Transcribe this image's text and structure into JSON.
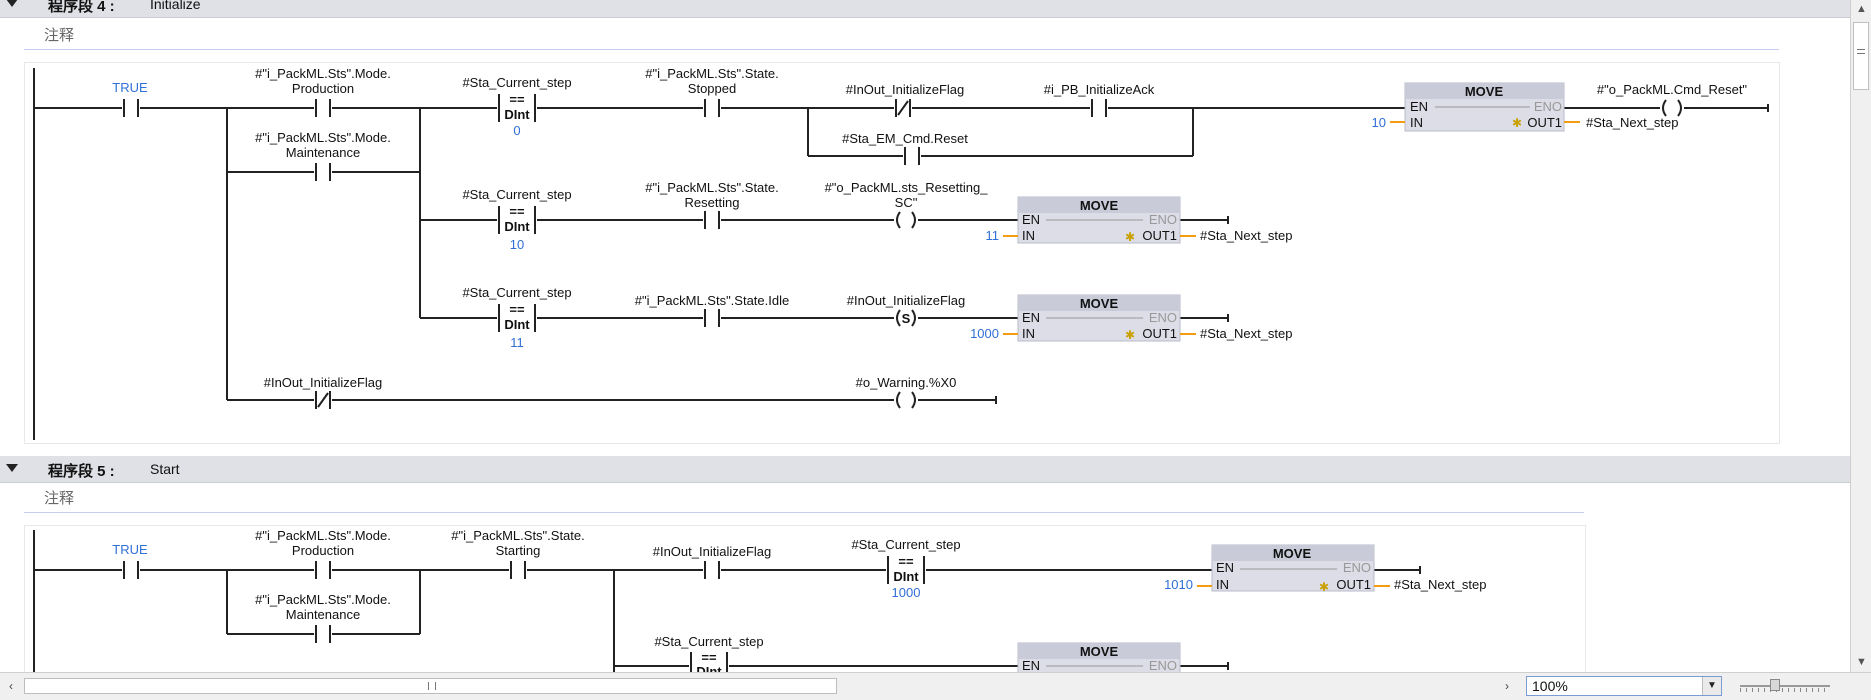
{
  "network4": {
    "label": "程序段 4 :",
    "title": "Initialize",
    "comment": "注释",
    "row1": {
      "true_label": "TRUE",
      "mode_prod_1": "#\"i_PackML.Sts\".Mode.",
      "mode_prod_2": "Production",
      "mode_maint_1": "#\"i_PackML.Sts\".Mode.",
      "mode_maint_2": "Maintenance",
      "cmp_var": "#Sta_Current_step",
      "cmp_op": "==",
      "cmp_type": "DInt",
      "cmp_val": "0",
      "stopped_1": "#\"i_PackML.Sts\".State.",
      "stopped_2": "Stopped",
      "init_flag": "#InOut_InitializeFlag",
      "em_reset": "#Sta_EM_Cmd.Reset",
      "pb_ack": "#i_PB_InitializeAck",
      "move_in": "10",
      "coil_label": "#\"o_PackML.Cmd_Reset\"",
      "out": "#Sta_Next_step"
    },
    "row2": {
      "cmp_var": "#Sta_Current_step",
      "cmp_op": "==",
      "cmp_type": "DInt",
      "cmp_val": "10",
      "resetting_1": "#\"i_PackML.Sts\".State.",
      "resetting_2": "Resetting",
      "coil_1": "#\"o_PackML.sts_Resetting_",
      "coil_2": "SC\"",
      "move_in": "11",
      "out": "#Sta_Next_step"
    },
    "row3": {
      "cmp_var": "#Sta_Current_step",
      "cmp_op": "==",
      "cmp_type": "DInt",
      "cmp_val": "11",
      "idle": "#\"i_PackML.Sts\".State.Idle",
      "init_flag": "#InOut_InitializeFlag",
      "set_coil": "S",
      "move_in": "1000",
      "out": "#Sta_Next_step"
    },
    "row4": {
      "init_flag": "#InOut_InitializeFlag",
      "warning": "#o_Warning.%X0"
    }
  },
  "network5": {
    "label": "程序段 5 :",
    "title": "Start",
    "comment": "注释",
    "row1": {
      "true_label": "TRUE",
      "mode_prod_1": "#\"i_PackML.Sts\".Mode.",
      "mode_prod_2": "Production",
      "mode_maint_1": "#\"i_PackML.Sts\".Mode.",
      "mode_maint_2": "Maintenance",
      "starting_1": "#\"i_PackML.Sts\".State.",
      "starting_2": "Starting",
      "init_flag": "#InOut_InitializeFlag",
      "cmp_var": "#Sta_Current_step",
      "cmp_op": "==",
      "cmp_type": "DInt",
      "cmp_val": "1000",
      "move_in": "1010",
      "out": "#Sta_Next_step"
    },
    "row2": {
      "cmp_var": "#Sta_Current_step",
      "cmp_op": "==",
      "cmp_type": "DInt"
    }
  },
  "move_box": {
    "title": "MOVE",
    "en": "EN",
    "eno": "ENO",
    "in": "IN",
    "out1": "OUT1"
  },
  "status": {
    "zoom": "100%"
  },
  "colors": {
    "blue": "#2f6fd6",
    "orange": "#f39c12",
    "header_bg": "#dfe1e6",
    "box_bg": "#dcdde6"
  }
}
